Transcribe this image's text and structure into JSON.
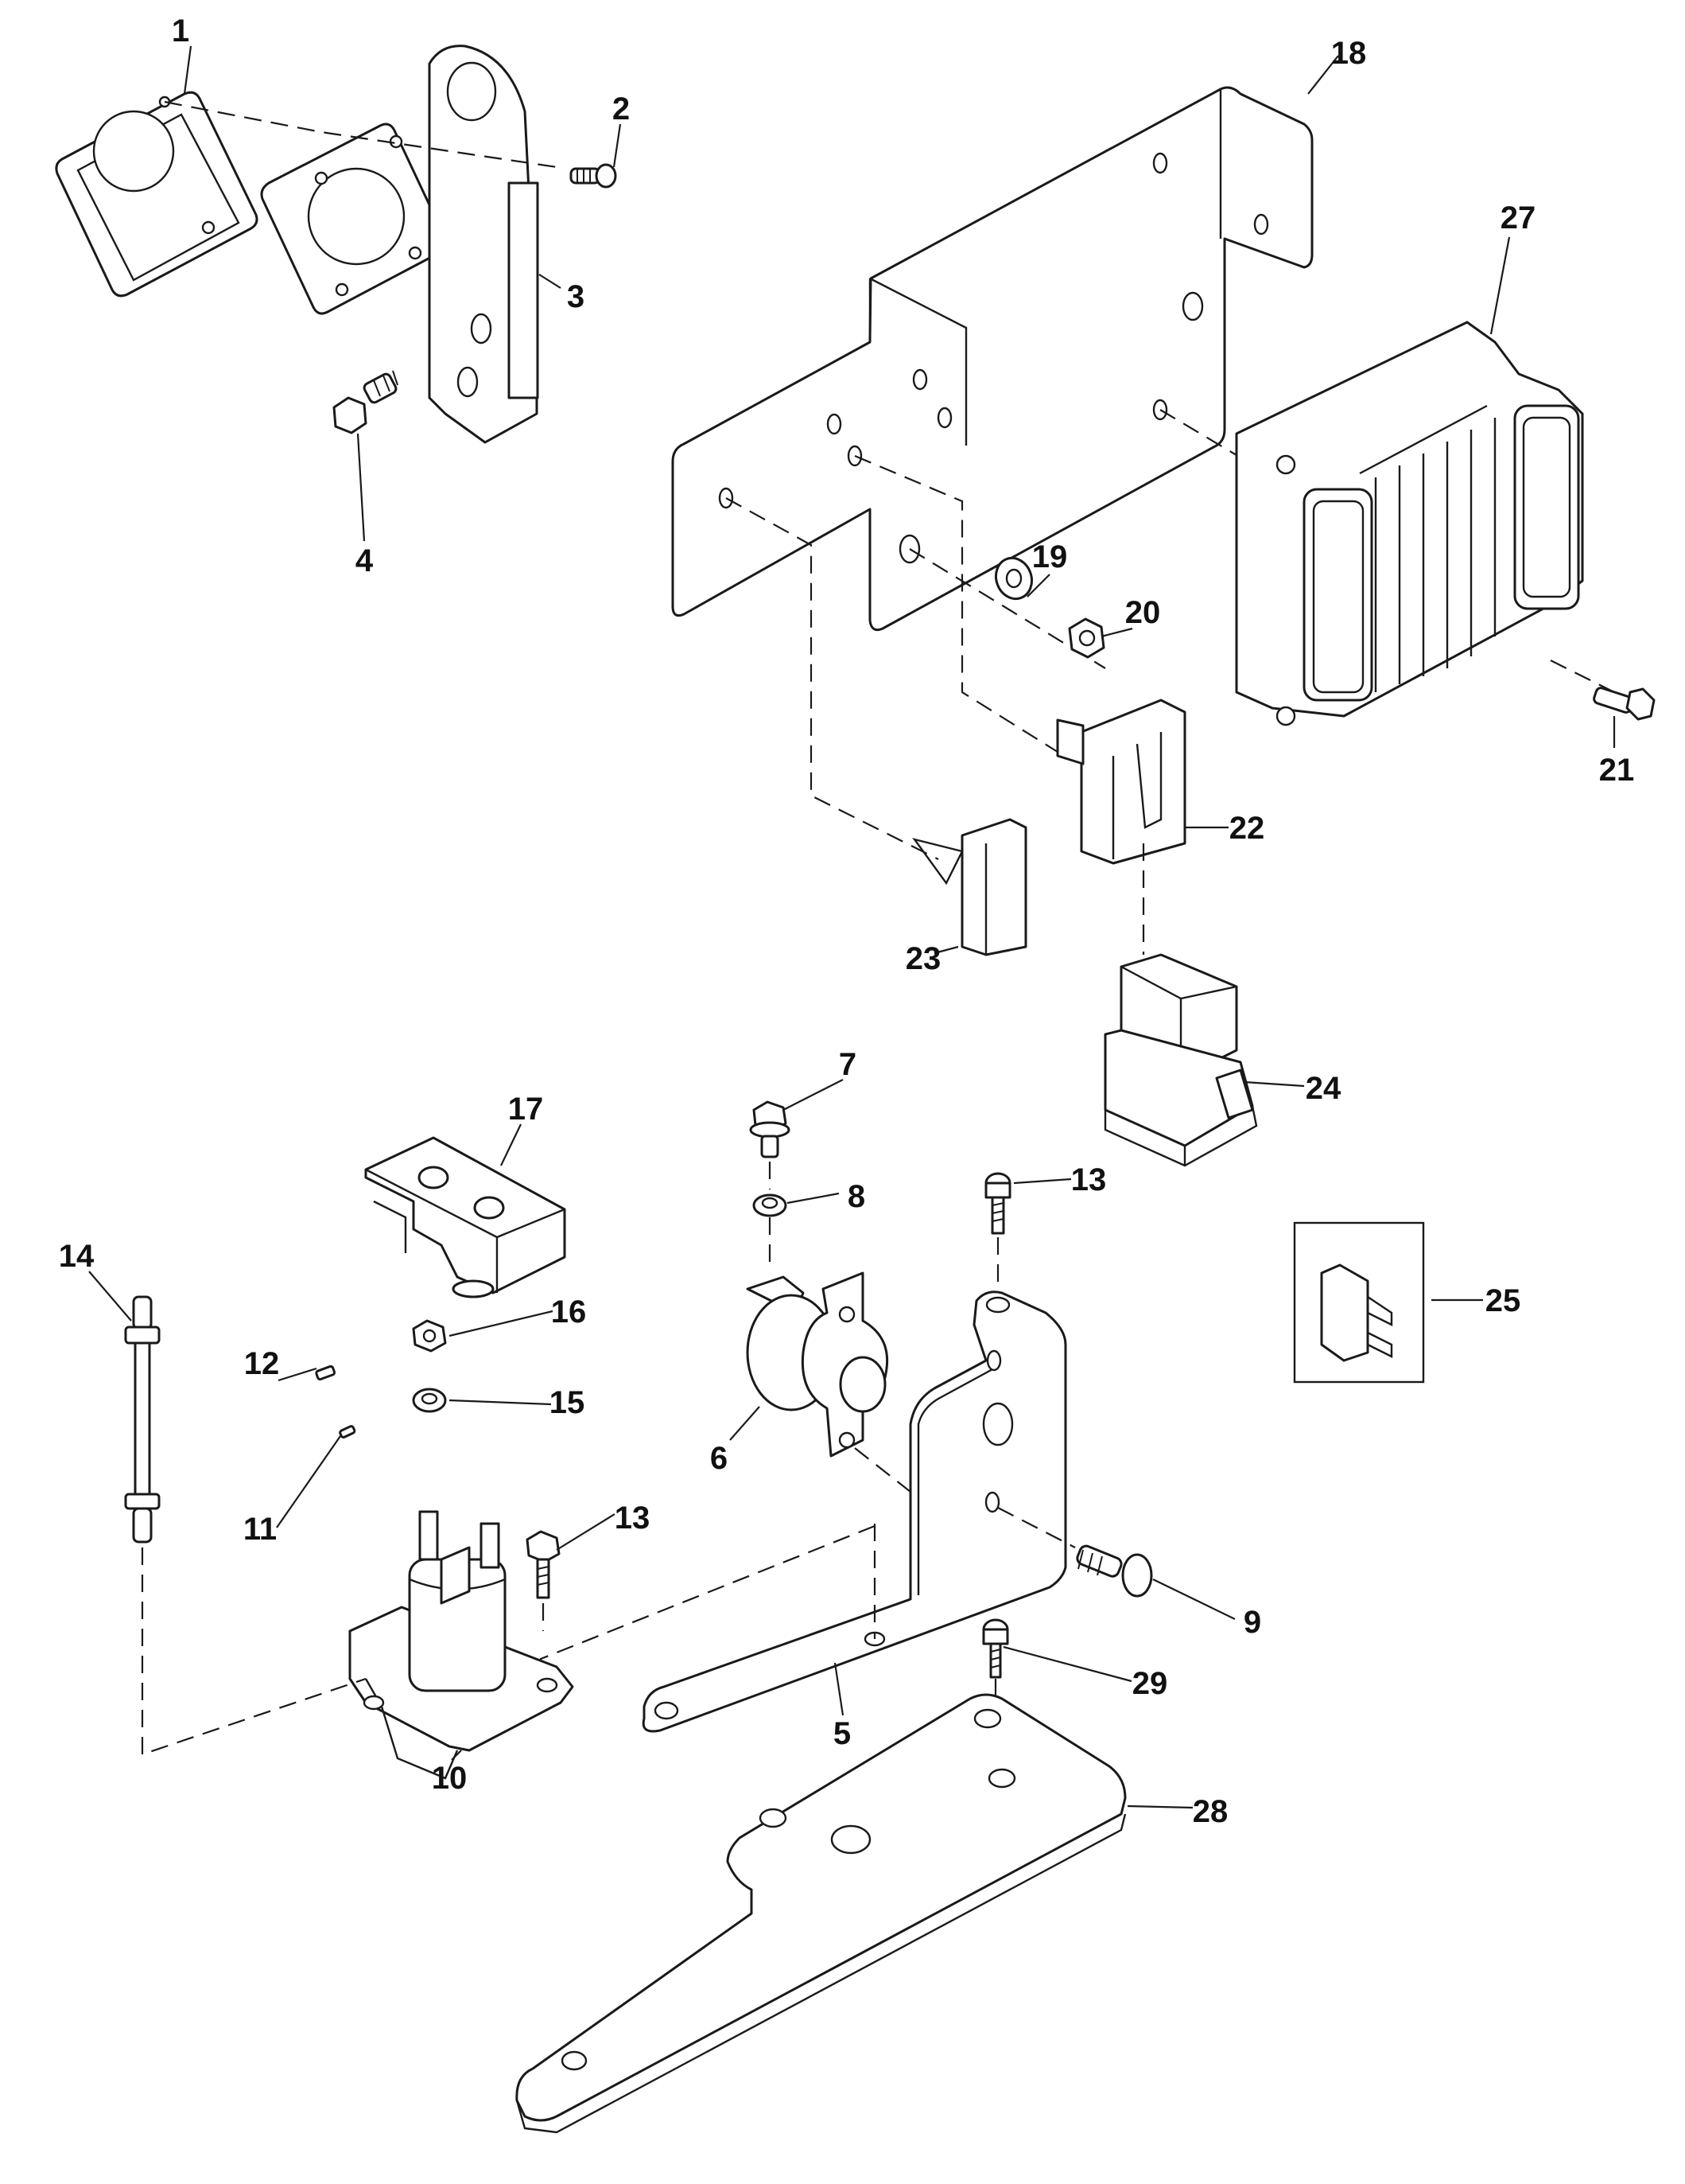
{
  "diagram": {
    "type": "exploded-parts-diagram",
    "line_color": "#1a1a1a",
    "background": "#ffffff",
    "callouts": [
      {
        "id": "1",
        "label": "1",
        "part": "grommet-cover"
      },
      {
        "id": "2",
        "label": "2",
        "part": "screw"
      },
      {
        "id": "3",
        "label": "3",
        "part": "mounting-bracket"
      },
      {
        "id": "4",
        "label": "4",
        "part": "hex-bolt"
      },
      {
        "id": "5",
        "label": "5",
        "part": "solenoid-bracket"
      },
      {
        "id": "6",
        "label": "6",
        "part": "switch"
      },
      {
        "id": "7",
        "label": "7",
        "part": "flange-bolt"
      },
      {
        "id": "8",
        "label": "8",
        "part": "lock-washer"
      },
      {
        "id": "9",
        "label": "9",
        "part": "screw"
      },
      {
        "id": "10",
        "label": "10",
        "part": "solenoid"
      },
      {
        "id": "11",
        "label": "11",
        "part": "nut"
      },
      {
        "id": "12",
        "label": "12",
        "part": "nut"
      },
      {
        "id": "13a",
        "label": "13",
        "part": "bolt"
      },
      {
        "id": "13b",
        "label": "13",
        "part": "bolt"
      },
      {
        "id": "14",
        "label": "14",
        "part": "stud"
      },
      {
        "id": "15",
        "label": "15",
        "part": "lock-washer"
      },
      {
        "id": "16",
        "label": "16",
        "part": "nut"
      },
      {
        "id": "17",
        "label": "17",
        "part": "terminal-cover"
      },
      {
        "id": "18",
        "label": "18",
        "part": "module-bracket"
      },
      {
        "id": "19",
        "label": "19",
        "part": "washer"
      },
      {
        "id": "20",
        "label": "20",
        "part": "nut"
      },
      {
        "id": "21",
        "label": "21",
        "part": "bolt"
      },
      {
        "id": "22",
        "label": "22",
        "part": "relay-clip"
      },
      {
        "id": "23",
        "label": "23",
        "part": "relay-clip"
      },
      {
        "id": "24",
        "label": "24",
        "part": "relay"
      },
      {
        "id": "25",
        "label": "25",
        "part": "fuse"
      },
      {
        "id": "27",
        "label": "27",
        "part": "control-module"
      },
      {
        "id": "28",
        "label": "28",
        "part": "mounting-plate"
      },
      {
        "id": "29",
        "label": "29",
        "part": "bolt"
      }
    ]
  }
}
